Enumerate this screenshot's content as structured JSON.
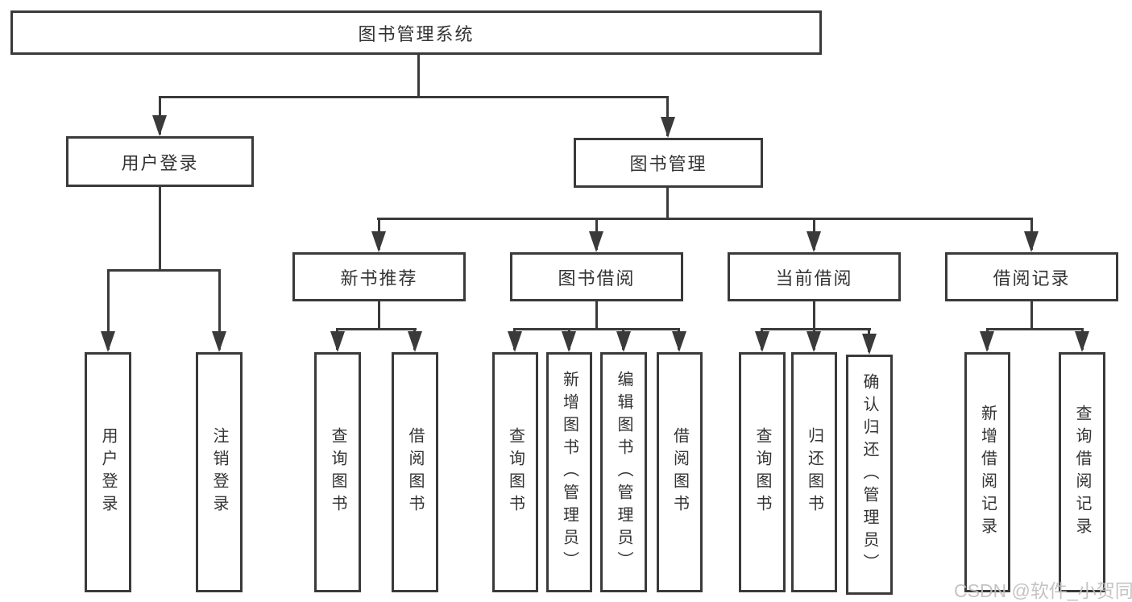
{
  "diagram": {
    "title": "图书管理系统",
    "type": "hierarchy-tree"
  },
  "nodes": {
    "root": {
      "label": "图书管理系统"
    },
    "level2": [
      {
        "label": "用户登录"
      },
      {
        "label": "图书管理"
      }
    ],
    "level3": [
      {
        "label": "新书推荐",
        "parent": "图书管理"
      },
      {
        "label": "图书借阅",
        "parent": "图书管理"
      },
      {
        "label": "当前借阅",
        "parent": "图书管理"
      },
      {
        "label": "借阅记录",
        "parent": "图书管理"
      }
    ],
    "leaves": [
      {
        "label": "用户登录",
        "parent": "用户登录"
      },
      {
        "label": "注销登录",
        "parent": "用户登录"
      },
      {
        "label": "查询图书",
        "parent": "新书推荐"
      },
      {
        "label": "借阅图书",
        "parent": "新书推荐"
      },
      {
        "label": "查询图书",
        "parent": "图书借阅"
      },
      {
        "label": "新增图书（管理员）",
        "parent": "图书借阅"
      },
      {
        "label": "编辑图书（管理员）",
        "parent": "图书借阅"
      },
      {
        "label": "借阅图书",
        "parent": "图书借阅"
      },
      {
        "label": "查询图书",
        "parent": "当前借阅"
      },
      {
        "label": "归还图书",
        "parent": "当前借阅"
      },
      {
        "label": "确认归还（管理员）",
        "parent": "当前借阅"
      },
      {
        "label": "新增借阅记录",
        "parent": "借阅记录"
      },
      {
        "label": "查询借阅记录",
        "parent": "借阅记录"
      }
    ]
  },
  "watermark": {
    "text": "CSDN @软件_小贺同学"
  },
  "colors": {
    "line": "#3a3a3a",
    "text": "#333333",
    "background": "#ffffff",
    "watermark": "#c0c0c0"
  }
}
